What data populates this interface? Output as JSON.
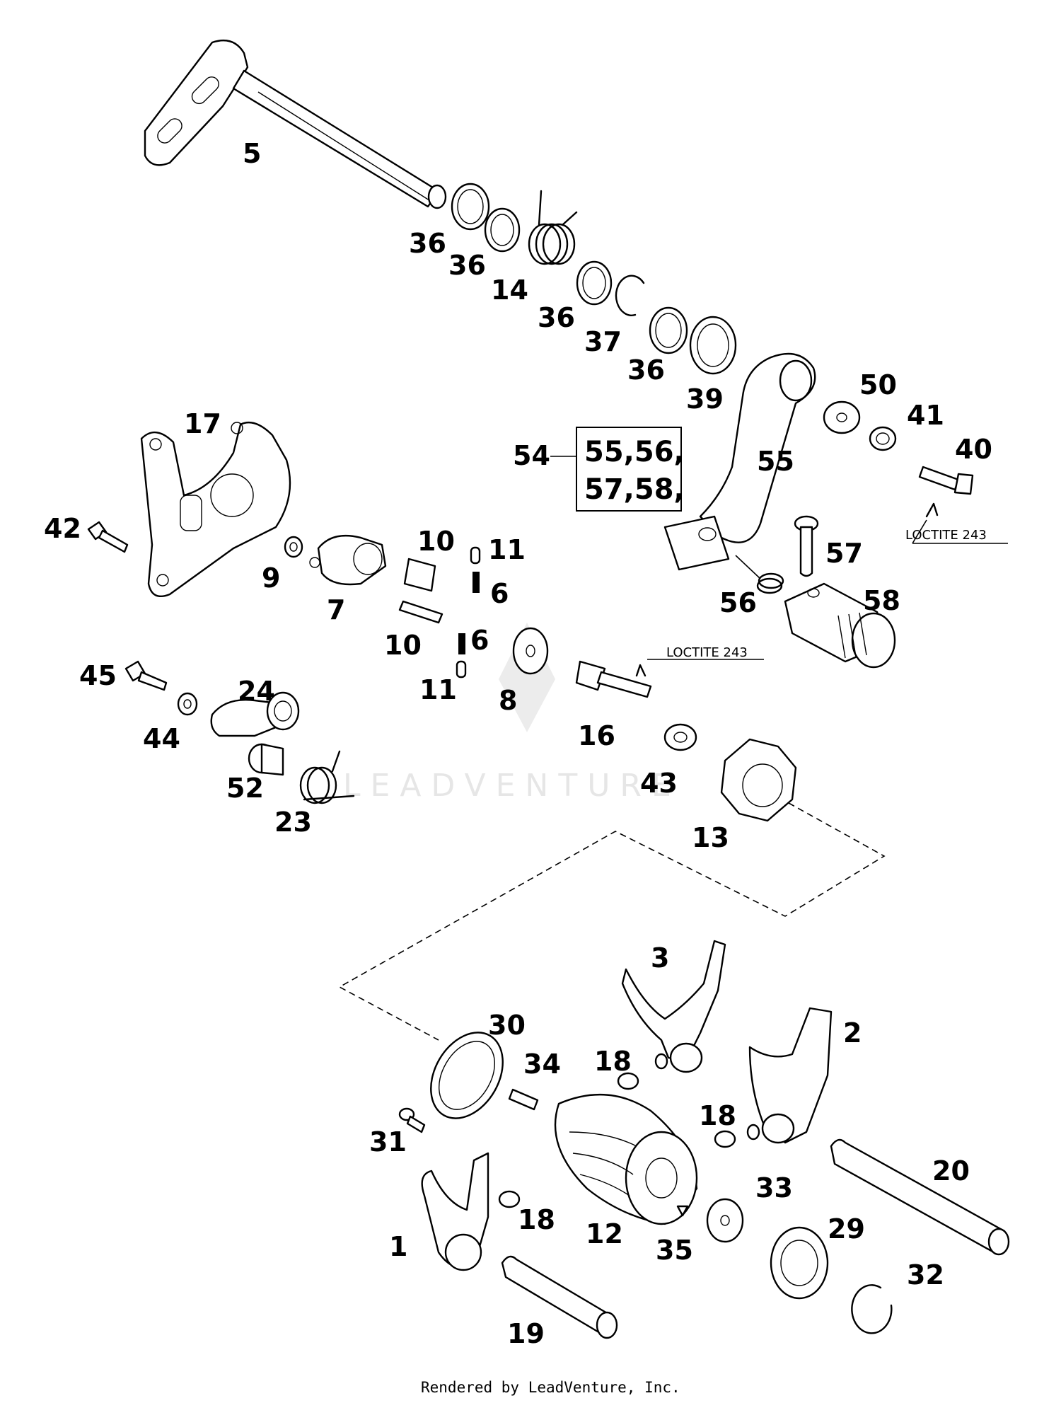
{
  "diagram": {
    "callouts": [
      {
        "id": "c5",
        "text": "5"
      },
      {
        "id": "c36a",
        "text": "36"
      },
      {
        "id": "c36b",
        "text": "36"
      },
      {
        "id": "c14",
        "text": "14"
      },
      {
        "id": "c36c",
        "text": "36"
      },
      {
        "id": "c37",
        "text": "37"
      },
      {
        "id": "c36d",
        "text": "36"
      },
      {
        "id": "c39",
        "text": "39"
      },
      {
        "id": "c50",
        "text": "50"
      },
      {
        "id": "c41",
        "text": "41"
      },
      {
        "id": "c40",
        "text": "40"
      },
      {
        "id": "c55",
        "text": "55"
      },
      {
        "id": "c54",
        "text": "54"
      },
      {
        "id": "c17",
        "text": "17"
      },
      {
        "id": "c42",
        "text": "42"
      },
      {
        "id": "c9",
        "text": "9"
      },
      {
        "id": "c7",
        "text": "7"
      },
      {
        "id": "c10a",
        "text": "10"
      },
      {
        "id": "c11a",
        "text": "11"
      },
      {
        "id": "c6a",
        "text": "6"
      },
      {
        "id": "c10b",
        "text": "10"
      },
      {
        "id": "c6b",
        "text": "6"
      },
      {
        "id": "c11b",
        "text": "11"
      },
      {
        "id": "c8",
        "text": "8"
      },
      {
        "id": "c57",
        "text": "57"
      },
      {
        "id": "c56",
        "text": "56"
      },
      {
        "id": "c58",
        "text": "58"
      },
      {
        "id": "c16",
        "text": "16"
      },
      {
        "id": "c45",
        "text": "45"
      },
      {
        "id": "c24",
        "text": "24"
      },
      {
        "id": "c44",
        "text": "44"
      },
      {
        "id": "c52",
        "text": "52"
      },
      {
        "id": "c23",
        "text": "23"
      },
      {
        "id": "c43",
        "text": "43"
      },
      {
        "id": "c13",
        "text": "13"
      },
      {
        "id": "c3",
        "text": "3"
      },
      {
        "id": "c2",
        "text": "2"
      },
      {
        "id": "c30",
        "text": "30"
      },
      {
        "id": "c34",
        "text": "34"
      },
      {
        "id": "c18a",
        "text": "18"
      },
      {
        "id": "c18b",
        "text": "18"
      },
      {
        "id": "c31",
        "text": "31"
      },
      {
        "id": "c20",
        "text": "20"
      },
      {
        "id": "c33",
        "text": "33"
      },
      {
        "id": "c1",
        "text": "1"
      },
      {
        "id": "c18c",
        "text": "18"
      },
      {
        "id": "c12",
        "text": "12"
      },
      {
        "id": "c35",
        "text": "35"
      },
      {
        "id": "c29",
        "text": "29"
      },
      {
        "id": "c32",
        "text": "32"
      },
      {
        "id": "c19",
        "text": "19"
      }
    ],
    "kit_box": {
      "line1": "55,56,",
      "line2": "57,58,"
    },
    "notes": [
      {
        "id": "loctite1",
        "text": "LOCTITE 243"
      },
      {
        "id": "loctite2",
        "text": "LOCTITE 243"
      }
    ]
  },
  "watermark": {
    "text": "LEADVENTURE"
  },
  "footer": {
    "text": "Rendered by LeadVenture, Inc."
  }
}
